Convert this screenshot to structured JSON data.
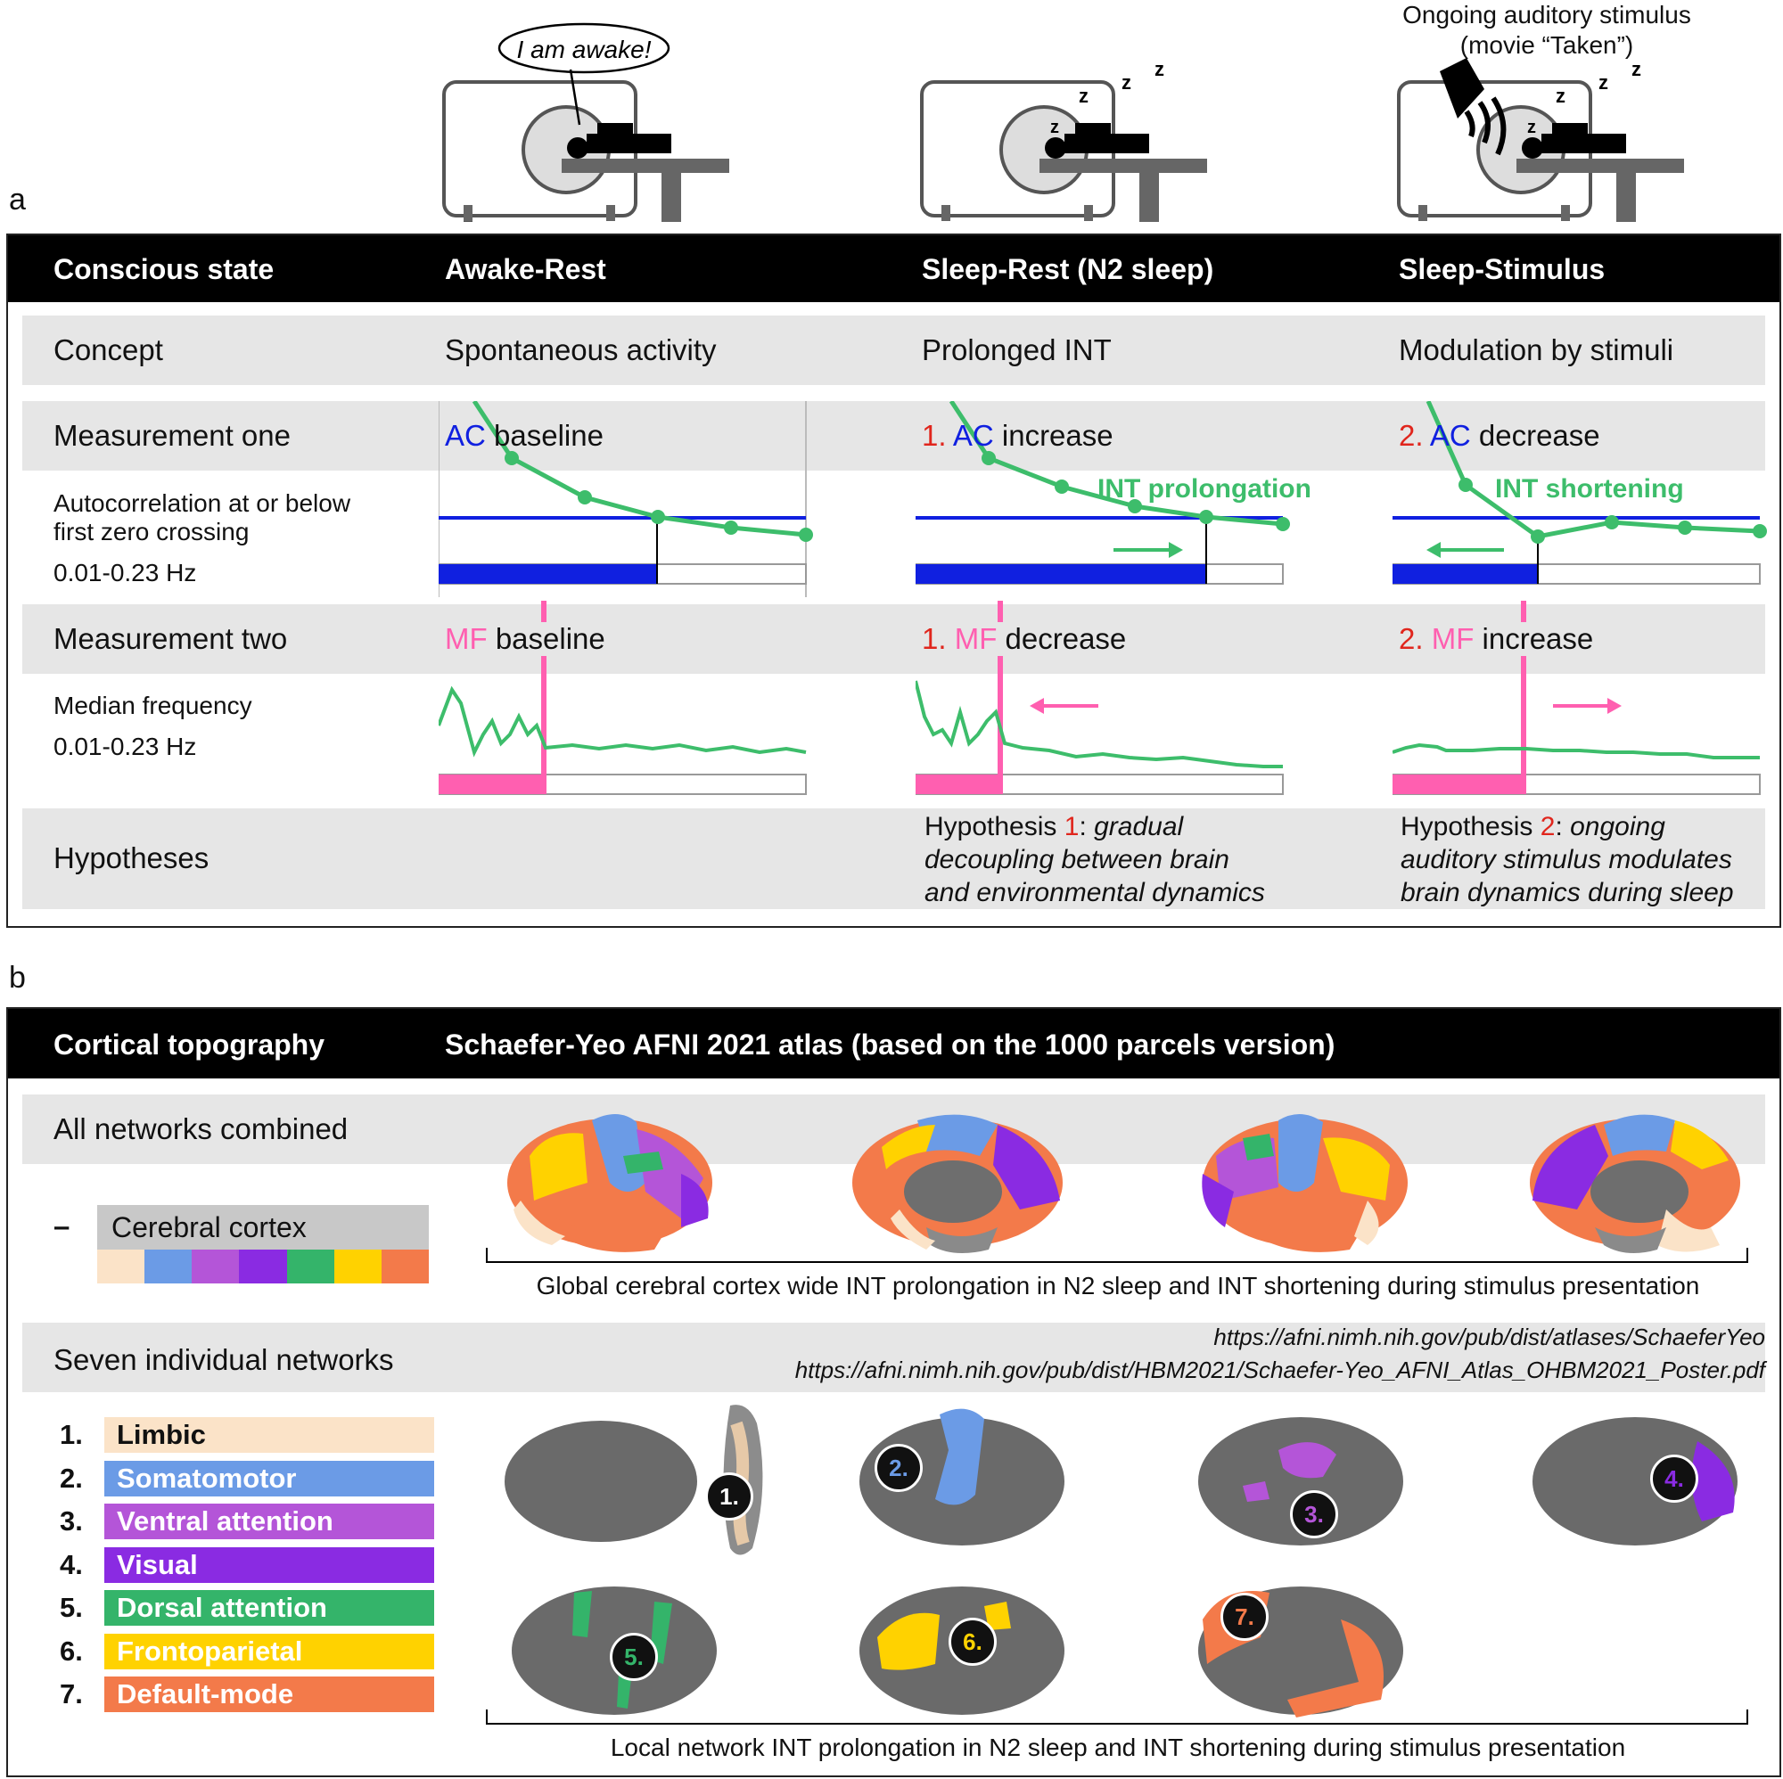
{
  "panel_labels": {
    "a": "a",
    "b": "b"
  },
  "speech_bubble": "I am awake!",
  "stimulus_label": [
    "Ongoing auditory stimulus",
    "(movie “Taken”)"
  ],
  "sleep_z": "z",
  "header_a": {
    "col0": "Conscious state",
    "col1": "Awake-Rest",
    "col2": "Sleep-Rest (N2 sleep)",
    "col3": "Sleep-Stimulus"
  },
  "concept": {
    "label": "Concept",
    "c1": "Spontaneous activity",
    "c2": "Prolonged INT",
    "c3": "Modulation by stimuli"
  },
  "meas1": {
    "label": "Measurement one",
    "sub1": "Autocorrelation at or below",
    "sub2": "first zero crossing",
    "freq": "0.01-0.23 Hz",
    "c1_ac": "AC",
    "c1_rest": " baseline",
    "c2_num": "1. ",
    "c2_ac": "AC",
    "c2_rest": " increase",
    "c3_num": "2. ",
    "c3_ac": "AC",
    "c3_rest": " decrease",
    "int_prolong": "INT prolongation",
    "int_short": "INT shortening"
  },
  "meas2": {
    "label": "Measurement two",
    "sub1": "Median frequency",
    "freq": "0.01-0.23 Hz",
    "c1_mf": "MF",
    "c1_rest": " baseline",
    "c2_num": "1. ",
    "c2_mf": "MF",
    "c2_rest": " decrease",
    "c3_num": "2. ",
    "c3_mf": "MF",
    "c3_rest": " increase"
  },
  "hypotheses": {
    "label": "Hypotheses",
    "h1_pre": "Hypothesis ",
    "h1_num": "1",
    "h1_colon": ": ",
    "h1_a": "gradual",
    "h1_b": "decoupling between brain",
    "h1_c": "and environmental dynamics",
    "h2_pre": "Hypothesis ",
    "h2_num": "2",
    "h2_colon": ": ",
    "h2_a": "ongoing",
    "h2_b": "auditory stimulus modulates",
    "h2_c": "brain dynamics during sleep"
  },
  "header_b": {
    "col0": "Cortical topography",
    "col1": "Schaefer-Yeo AFNI 2021 atlas (based on the 1000 parcels version)"
  },
  "all_networks": {
    "label": "All networks combined",
    "dash": "–",
    "cortex": "Cerebral cortex",
    "caption": "Global cerebral cortex wide INT prolongation in N2 sleep and INT shortening during stimulus presentation"
  },
  "seven": {
    "label": "Seven individual networks",
    "url1": "https://afni.nimh.nih.gov/pub/dist/atlases/SchaeferYeo",
    "url2": "https://afni.nimh.nih.gov/pub/dist/HBM2021/Schaefer-Yeo_AFNI_Atlas_OHBM2021_Poster.pdf",
    "caption": "Local network INT prolongation in N2 sleep and INT shortening during stimulus presentation"
  },
  "networks": [
    {
      "num": "1.",
      "name": "Limbic",
      "color": "#fbe3c8"
    },
    {
      "num": "2.",
      "name": "Somatomotor",
      "color": "#6b9be6"
    },
    {
      "num": "3.",
      "name": "Ventral attention",
      "color": "#b455d8"
    },
    {
      "num": "4.",
      "name": "Visual",
      "color": "#8a2be2"
    },
    {
      "num": "5.",
      "name": "Dorsal attention",
      "color": "#34b46a"
    },
    {
      "num": "6.",
      "name": "Frontoparietal",
      "color": "#ffd200"
    },
    {
      "num": "7.",
      "name": "Default-mode",
      "color": "#f37a4a"
    }
  ],
  "colors": {
    "ac_blue": "#1020e0",
    "mf_pink": "#ff5fb0",
    "curve_green": "#3dbd6b",
    "hyp_red": "#e0261d"
  }
}
